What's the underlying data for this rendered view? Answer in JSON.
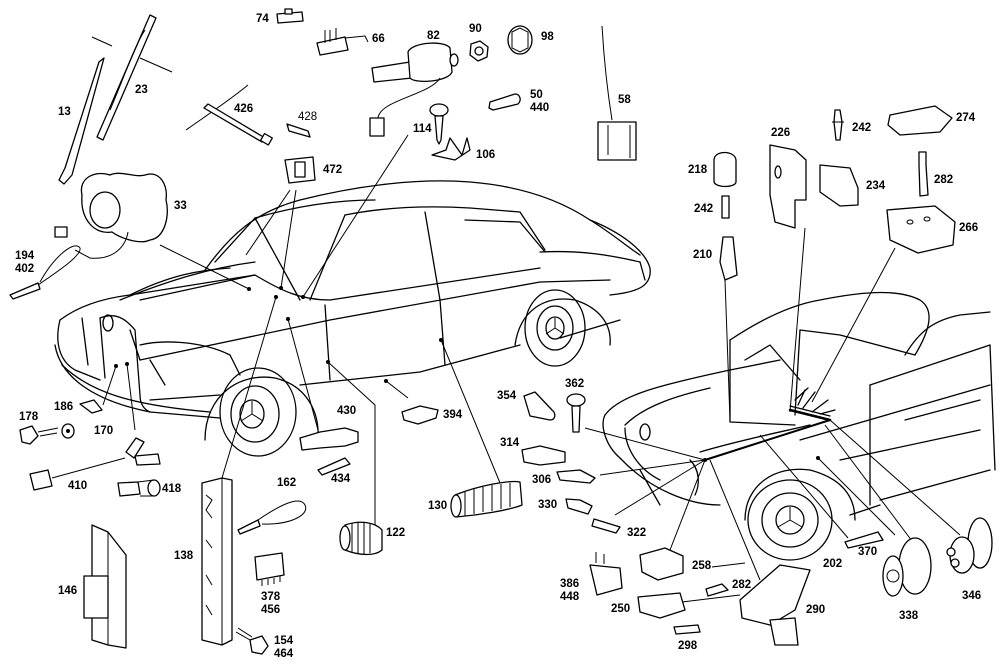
{
  "diagram": {
    "title": "Electrical parts exploded view - sedan",
    "line_color": "#000000",
    "background": "#ffffff",
    "callouts": [
      {
        "id": "c13",
        "text": "13",
        "part": "wiper-arm"
      },
      {
        "id": "c23",
        "text": "23",
        "part": "wiper-blade"
      },
      {
        "id": "c74",
        "text": "74",
        "part": "bracket"
      },
      {
        "id": "c66",
        "text": "66",
        "part": "switch-contact"
      },
      {
        "id": "c82",
        "text": "82",
        "part": "switch"
      },
      {
        "id": "c90",
        "text": "90",
        "part": "nut"
      },
      {
        "id": "c98",
        "text": "98",
        "part": "knob"
      },
      {
        "id": "c50",
        "text": "50\n440",
        "part": "bulb"
      },
      {
        "id": "c58",
        "text": "58",
        "part": "sender-unit"
      },
      {
        "id": "c426",
        "text": "426",
        "part": "cable"
      },
      {
        "id": "c428",
        "text": "428",
        "part": "connector"
      },
      {
        "id": "c472",
        "text": "472",
        "part": "switch"
      },
      {
        "id": "c114",
        "text": "114",
        "part": "screw"
      },
      {
        "id": "c106",
        "text": "106",
        "part": "clip"
      },
      {
        "id": "c33",
        "text": "33",
        "part": "wiper-motor"
      },
      {
        "id": "c194",
        "text": "194\n402",
        "part": "cable-tie"
      },
      {
        "id": "c178",
        "text": "178",
        "part": "screw"
      },
      {
        "id": "c186",
        "text": "186",
        "part": "bracket"
      },
      {
        "id": "c170",
        "text": "170",
        "part": "washer"
      },
      {
        "id": "c410",
        "text": "410",
        "part": "sensor-cable"
      },
      {
        "id": "c418",
        "text": "418",
        "part": "plug"
      },
      {
        "id": "c430",
        "text": "430",
        "part": "switch"
      },
      {
        "id": "c434",
        "text": "434",
        "part": "bulb"
      },
      {
        "id": "c394",
        "text": "394",
        "part": "clip"
      },
      {
        "id": "c162",
        "text": "162",
        "part": "cable-tie"
      },
      {
        "id": "c122",
        "text": "122",
        "part": "grommet"
      },
      {
        "id": "c130",
        "text": "130",
        "part": "bellows"
      },
      {
        "id": "c138",
        "text": "138",
        "part": "mounting-rail"
      },
      {
        "id": "c146",
        "text": "146",
        "part": "bracket"
      },
      {
        "id": "c378",
        "text": "378\n456",
        "part": "relay"
      },
      {
        "id": "c154",
        "text": "154\n464",
        "part": "screw"
      },
      {
        "id": "c226",
        "text": "226",
        "part": "holder"
      },
      {
        "id": "c242a",
        "text": "242",
        "part": "pin"
      },
      {
        "id": "c274",
        "text": "274",
        "part": "cover"
      },
      {
        "id": "c218",
        "text": "218",
        "part": "cap"
      },
      {
        "id": "c234",
        "text": "234",
        "part": "housing"
      },
      {
        "id": "c282a",
        "text": "282",
        "part": "pin"
      },
      {
        "id": "c242b",
        "text": "242",
        "part": "pin"
      },
      {
        "id": "c266",
        "text": "266",
        "part": "connector-housing"
      },
      {
        "id": "c210",
        "text": "210",
        "part": "clip"
      },
      {
        "id": "c354",
        "text": "354",
        "part": "cap"
      },
      {
        "id": "c362",
        "text": "362",
        "part": "screw"
      },
      {
        "id": "c314",
        "text": "314",
        "part": "cover"
      },
      {
        "id": "c306",
        "text": "306",
        "part": "connector"
      },
      {
        "id": "c330",
        "text": "330",
        "part": "terminal"
      },
      {
        "id": "c322",
        "text": "322",
        "part": "connector"
      },
      {
        "id": "c258",
        "text": "258",
        "part": "housing"
      },
      {
        "id": "c386",
        "text": "386\n448",
        "part": "connector"
      },
      {
        "id": "c250",
        "text": "250",
        "part": "housing"
      },
      {
        "id": "c282b",
        "text": "282",
        "part": "pin"
      },
      {
        "id": "c290",
        "text": "290",
        "part": "bracket"
      },
      {
        "id": "c298",
        "text": "298",
        "part": "terminal"
      },
      {
        "id": "c202",
        "text": "202",
        "part": "wiring"
      },
      {
        "id": "c370",
        "text": "370",
        "part": "bulb"
      },
      {
        "id": "c338",
        "text": "338",
        "part": "grommet"
      },
      {
        "id": "c346",
        "text": "346",
        "part": "grommet"
      }
    ]
  }
}
